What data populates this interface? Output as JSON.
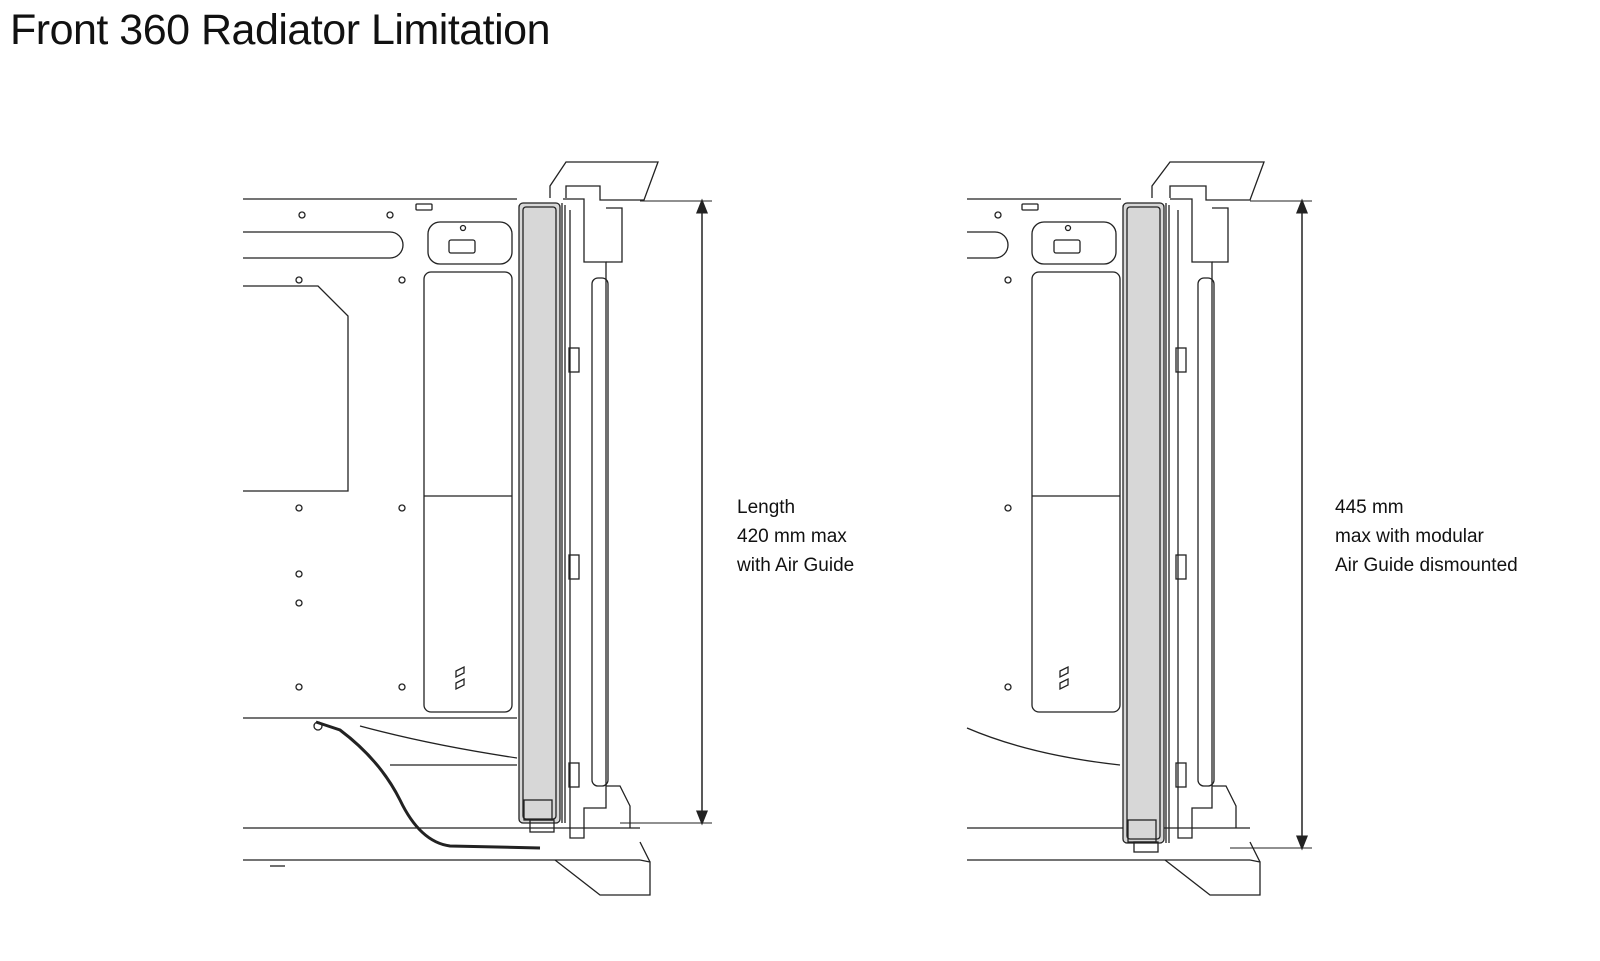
{
  "title": "Front 360 Radiator Limitation",
  "colors": {
    "line": "#222222",
    "radiator_fill": "#d7d7d7",
    "background": "#ffffff"
  },
  "diagrams": [
    {
      "name": "with-air-guide",
      "label_lines": [
        "Length",
        "420 mm max",
        "with Air Guide"
      ]
    },
    {
      "name": "air-guide-dismounted",
      "label_lines": [
        "445 mm",
        "max with modular",
        "Air Guide dismounted"
      ]
    }
  ]
}
